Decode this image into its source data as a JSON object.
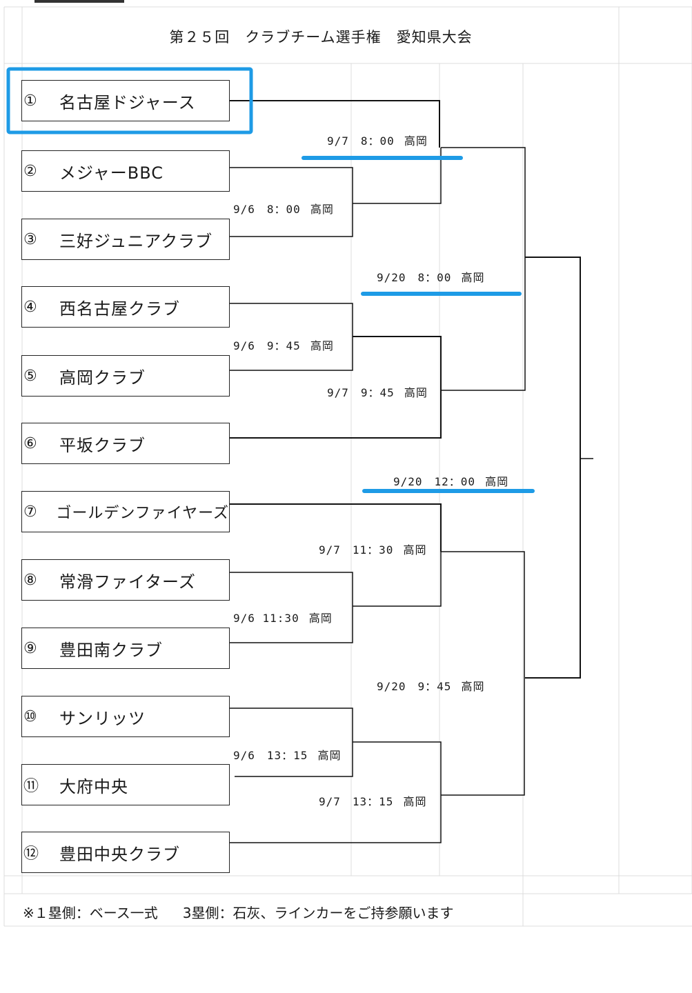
{
  "title": "第２５回　クラブチーム選手権　愛知県大会",
  "teams": [
    {
      "num": "①",
      "name": "名古屋ドジャース"
    },
    {
      "num": "②",
      "name": "メジャーBBC"
    },
    {
      "num": "③",
      "name": "三好ジュニアクラブ"
    },
    {
      "num": "④",
      "name": "西名古屋クラブ"
    },
    {
      "num": "⑤",
      "name": "高岡クラブ"
    },
    {
      "num": "⑥",
      "name": "平坂クラブ"
    },
    {
      "num": "⑦",
      "name": "ゴールデンファイヤーズ"
    },
    {
      "num": "⑧",
      "name": "常滑ファイターズ"
    },
    {
      "num": "⑨",
      "name": "豊田南クラブ"
    },
    {
      "num": "⑩",
      "name": "サンリッツ"
    },
    {
      "num": "⑪",
      "name": "大府中央"
    },
    {
      "num": "⑫",
      "name": "豊田中央クラブ"
    }
  ],
  "matches": [
    {
      "datetime": "9/7　8：00",
      "venue": "高岡"
    },
    {
      "datetime": "9/6　8：00",
      "venue": "高岡"
    },
    {
      "datetime": "9/20　8：00",
      "venue": "高岡"
    },
    {
      "datetime": "9/6　9：45",
      "venue": "高岡"
    },
    {
      "datetime": "9/7　9：45",
      "venue": "高岡"
    },
    {
      "datetime": "9/20　12：00",
      "venue": "高岡"
    },
    {
      "datetime": "9/7　11：30",
      "venue": "高岡"
    },
    {
      "datetime": "9/6 11:30",
      "venue": "高岡"
    },
    {
      "datetime": "9/20　9：45",
      "venue": "高岡"
    },
    {
      "datetime": "9/6　13：15",
      "venue": "高岡"
    },
    {
      "datetime": "9/7　13：15",
      "venue": "高岡"
    }
  ],
  "note": {
    "part1": "※１塁側：ベース一式",
    "part2": "3塁側：石灰、ラインカーをご持参願います"
  },
  "colors": {
    "highlight": "#1e9be6",
    "line": "#111111",
    "grid": "#dddddd"
  }
}
